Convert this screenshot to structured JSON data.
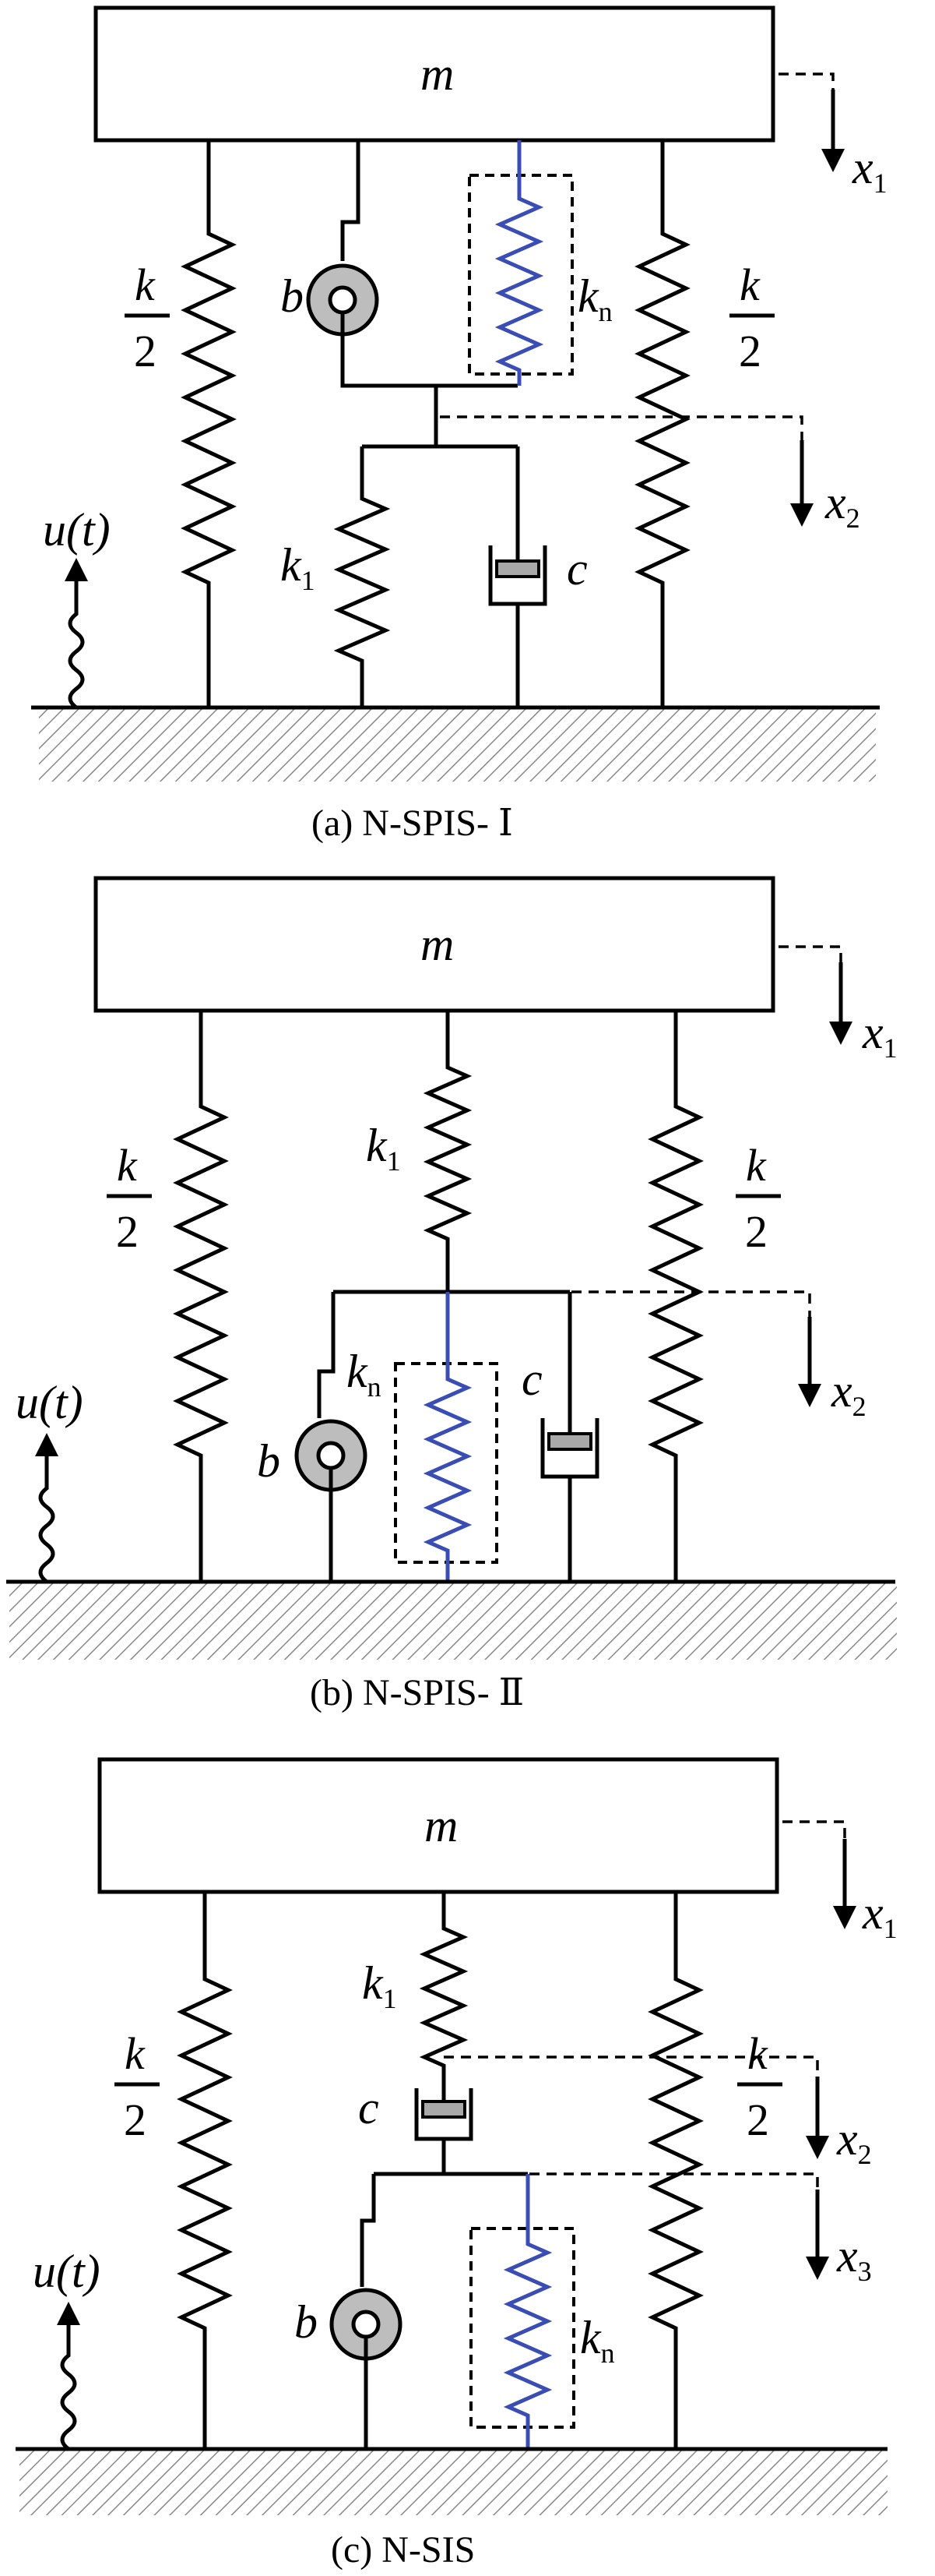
{
  "diagrams": [
    {
      "caption": "(a) N-SPIS- Ⅰ",
      "mass": "m",
      "x1": "x",
      "x1_sub": "1",
      "x2": "x",
      "x2_sub": "2",
      "k_num": "k",
      "k_den": "2",
      "b": "b",
      "kn": "k",
      "kn_sub": "n",
      "k1": "k",
      "k1_sub": "1",
      "c": "c",
      "u": "u(t)"
    },
    {
      "caption": "(b) N-SPIS- Ⅱ",
      "mass": "m",
      "x1": "x",
      "x1_sub": "1",
      "x2": "x",
      "x2_sub": "2",
      "k_num": "k",
      "k_den": "2",
      "b": "b",
      "kn": "k",
      "kn_sub": "n",
      "k1": "k",
      "k1_sub": "1",
      "c": "c",
      "u": "u(t)"
    },
    {
      "caption": "(c) N-SIS",
      "mass": "m",
      "x1": "x",
      "x1_sub": "1",
      "x2": "x",
      "x2_sub": "2",
      "x3": "x",
      "x3_sub": "3",
      "k_num": "k",
      "k_den": "2",
      "b": "b",
      "kn": "k",
      "kn_sub": "n",
      "k1": "k",
      "k1_sub": "1",
      "c": "c",
      "u": "u(t)"
    }
  ],
  "colors": {
    "line": "#000000",
    "negative_stiffness_spring": "#3a4db4",
    "inerter_fill": "#bdbdbd",
    "damper_piston": "#a9a9a9",
    "ground_hatch": "#888888"
  }
}
